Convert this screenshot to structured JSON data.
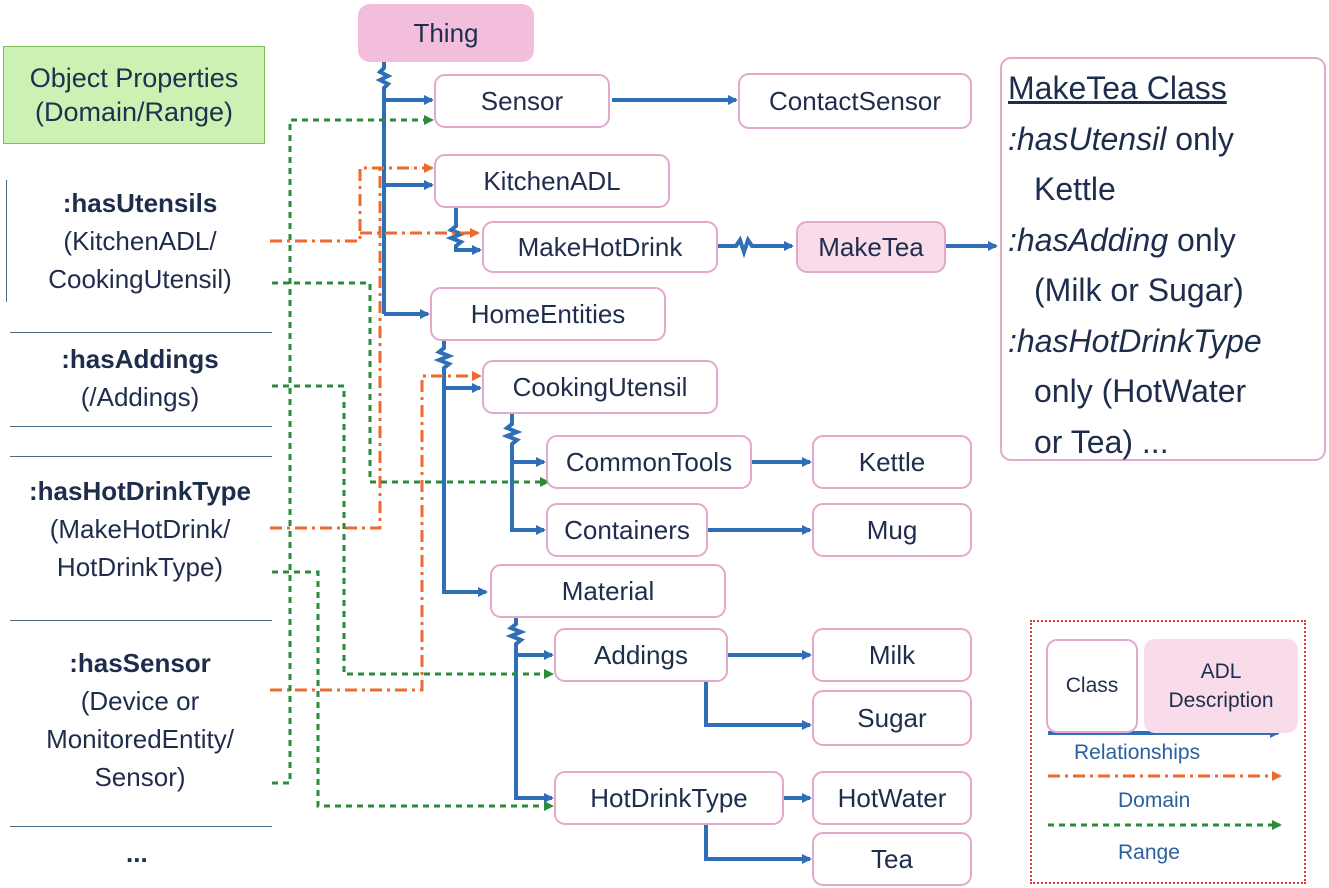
{
  "object_properties": {
    "header": [
      "Object Properties",
      "(Domain/Range)"
    ],
    "properties": [
      {
        "name": ":hasUtensils",
        "lines": [
          "(KitchenADL/",
          "CookingUtensil)"
        ]
      },
      {
        "name": ":hasAddings",
        "lines": [
          "(/Addings)"
        ]
      },
      {
        "name": ":hasHotDrinkType",
        "lines": [
          "(MakeHotDrink/",
          "HotDrinkType)"
        ]
      },
      {
        "name": ":hasSensor",
        "lines": [
          "(Device or",
          "MonitoredEntity/",
          "Sensor)"
        ]
      }
    ],
    "more": "..."
  },
  "classes": {
    "thing": "Thing",
    "sensor": "Sensor",
    "contact_sensor": "ContactSensor",
    "kitchen_adl": "KitchenADL",
    "make_hot_drink": "MakeHotDrink",
    "make_tea": "MakeTea",
    "home_entities": "HomeEntities",
    "cooking_utensil": "CookingUtensil",
    "common_tools": "CommonTools",
    "kettle": "Kettle",
    "containers": "Containers",
    "mug": "Mug",
    "material": "Material",
    "addings": "Addings",
    "milk": "Milk",
    "sugar": "Sugar",
    "hot_drink_type": "HotDrinkType",
    "hot_water": "HotWater",
    "tea": "Tea"
  },
  "maketea_class": {
    "title": "MakeTea Class",
    "l1_prop": ":hasUtensil",
    "l1_rest": " only",
    "l2": "Kettle",
    "l3_prop": ":hasAdding",
    "l3_rest": " only",
    "l4": "(Milk or Sugar)",
    "l5_prop": ":hasHotDrinkType",
    "l6": "only  (HotWater",
    "l7": "or Tea) ..."
  },
  "legend": {
    "class_label": "Class",
    "adl_label_1": "ADL",
    "adl_label_2": "Description",
    "relationships": "Relationships",
    "domain": "Domain",
    "range": "Range"
  },
  "colors": {
    "relationship": "#2e6fb8",
    "domain": "#ee6a2e",
    "range": "#2b8a3b",
    "class_border": "#e4a8cc",
    "adl_fill": "#f9dcea",
    "header_fill": "#ccf2b3"
  }
}
